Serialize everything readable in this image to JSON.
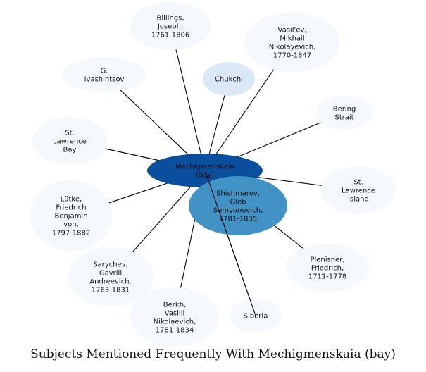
{
  "title": "Subjects Mentioned Frequently With Mechigmenskaia (bay)",
  "center": {
    "lines": [
      "Mechigmenskaia",
      "(bay)"
    ],
    "color": "#0a4f9e"
  },
  "highlight": {
    "lines": [
      "Shishmarev,",
      "Gleb",
      "Semyonovich,",
      "1781-1835"
    ],
    "color": "#4292c6"
  },
  "chukchi": {
    "lines": [
      "Chukchi"
    ],
    "color": "#dbe9f6"
  },
  "peripheral_color": "#f5f9fe",
  "nodes": [
    {
      "id": "billings",
      "lines": [
        "Billings,",
        "Joseph,",
        "1761-1806"
      ]
    },
    {
      "id": "vasilev",
      "lines": [
        "Vasil'ev,",
        "Mikhail",
        "Nikolayevich,",
        "1770-1847"
      ]
    },
    {
      "id": "ivashintsov",
      "lines": [
        "G.",
        "Ivashintsov"
      ]
    },
    {
      "id": "bering-strait",
      "lines": [
        "Bering",
        "Strait"
      ]
    },
    {
      "id": "st-lawrence-bay",
      "lines": [
        "St.",
        "Lawrence",
        "Bay"
      ]
    },
    {
      "id": "st-lawrence-island",
      "lines": [
        "St.",
        "Lawrence",
        "Island"
      ]
    },
    {
      "id": "lutke",
      "lines": [
        "Lütke,",
        "Friedrich",
        "Benjamin",
        "von,",
        "1797-1882"
      ]
    },
    {
      "id": "plenisner",
      "lines": [
        "Plenisner,",
        "Friedrich,",
        "1711-1778"
      ]
    },
    {
      "id": "sarychev",
      "lines": [
        "Sarychev,",
        "Gavriil",
        "Andreevich,",
        "1763-1831"
      ]
    },
    {
      "id": "berkh",
      "lines": [
        "Berkh,",
        "Vasilii",
        "Nikolaevich,",
        "1781-1834"
      ]
    },
    {
      "id": "siberia",
      "lines": [
        "Siberia"
      ]
    }
  ]
}
